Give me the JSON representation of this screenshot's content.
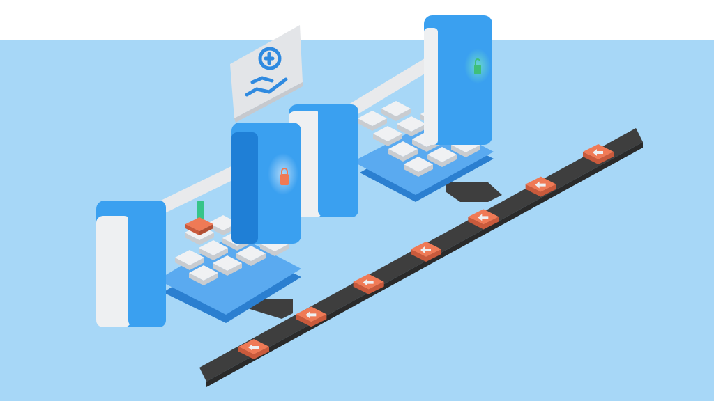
{
  "scene": {
    "colors": {
      "page_background": "#ffffff",
      "backdrop": "#a7d7f7",
      "tower_blue": "#3aa0f0",
      "tower_blue_dark": "#1f7fd6",
      "tower_white": "#eef0f2",
      "rail": "#e9eaec",
      "tray": "#5aaaf0",
      "tray_side": "#2b7fd0",
      "key": "#f0f1f3",
      "key_shadow": "#c9ccd0",
      "conveyor": "#3e3e3e",
      "package": "#ef7a56",
      "package_side": "#c95a3c",
      "lock_red": "#ef7a56",
      "lock_green": "#3fbf7a",
      "signal_green": "#36c48a"
    },
    "icons": [
      "lock-icon",
      "unlock-icon",
      "hand-coin-icon",
      "arrow-icon"
    ],
    "stations": [
      {
        "name": "front-station",
        "lock_state": "locked",
        "key_rows": 3,
        "key_cols": 4
      },
      {
        "name": "back-station",
        "lock_state": "unlocked",
        "key_rows": 4,
        "key_cols": 4
      }
    ],
    "packages_on_belt": 7
  }
}
